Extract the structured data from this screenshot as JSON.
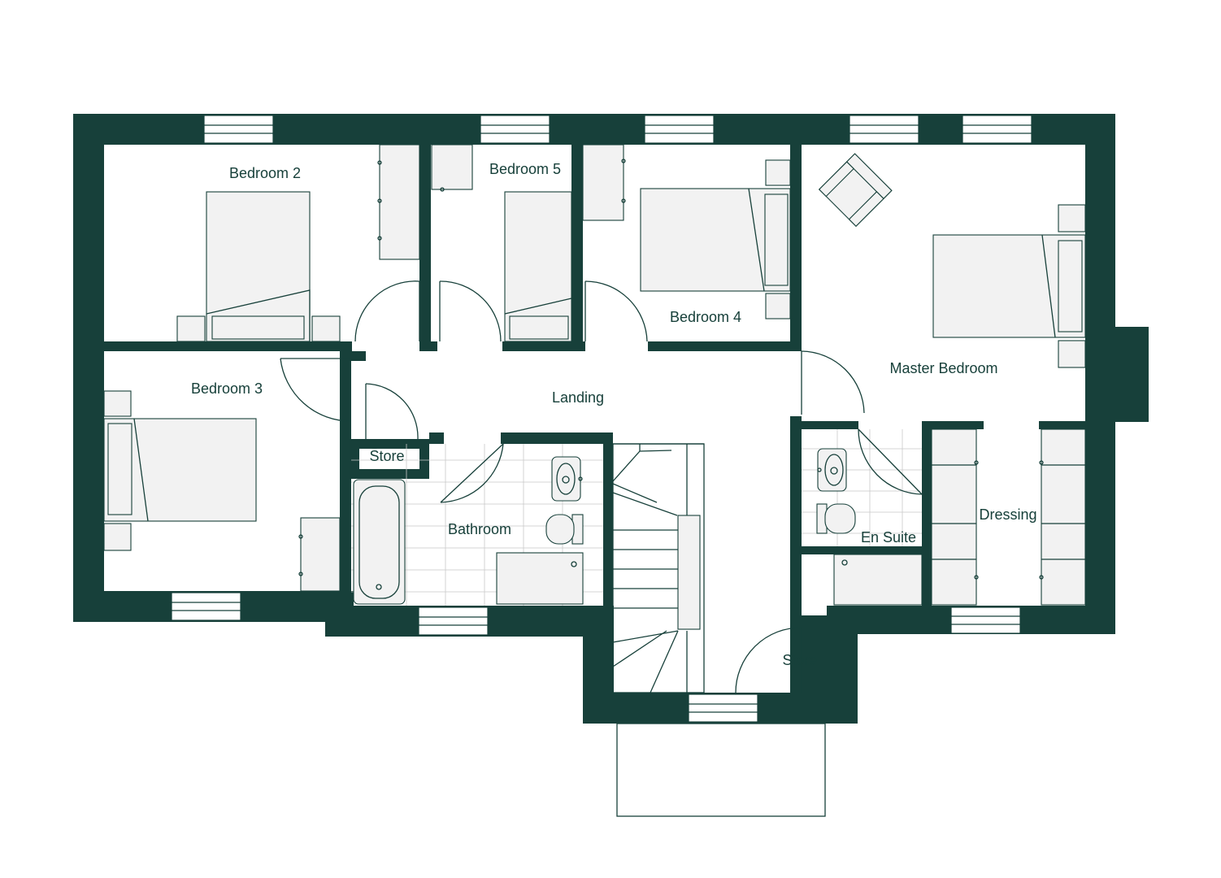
{
  "colors": {
    "wall": "#17403a",
    "floor": "#ffffff",
    "furniture": "#f2f2f2",
    "tile": "#c9c9c9"
  },
  "rooms": {
    "bedroom_2": "Bedroom 2",
    "bedroom_5": "Bedroom 5",
    "bedroom_4": "Bedroom 4",
    "bedroom_3": "Bedroom 3",
    "master_bedroom": "Master Bedroom",
    "landing": "Landing",
    "store_left": "Store",
    "bathroom": "Bathroom",
    "en_suite": "En Suite",
    "dressing": "Dressing",
    "store_bottom": "Store"
  }
}
